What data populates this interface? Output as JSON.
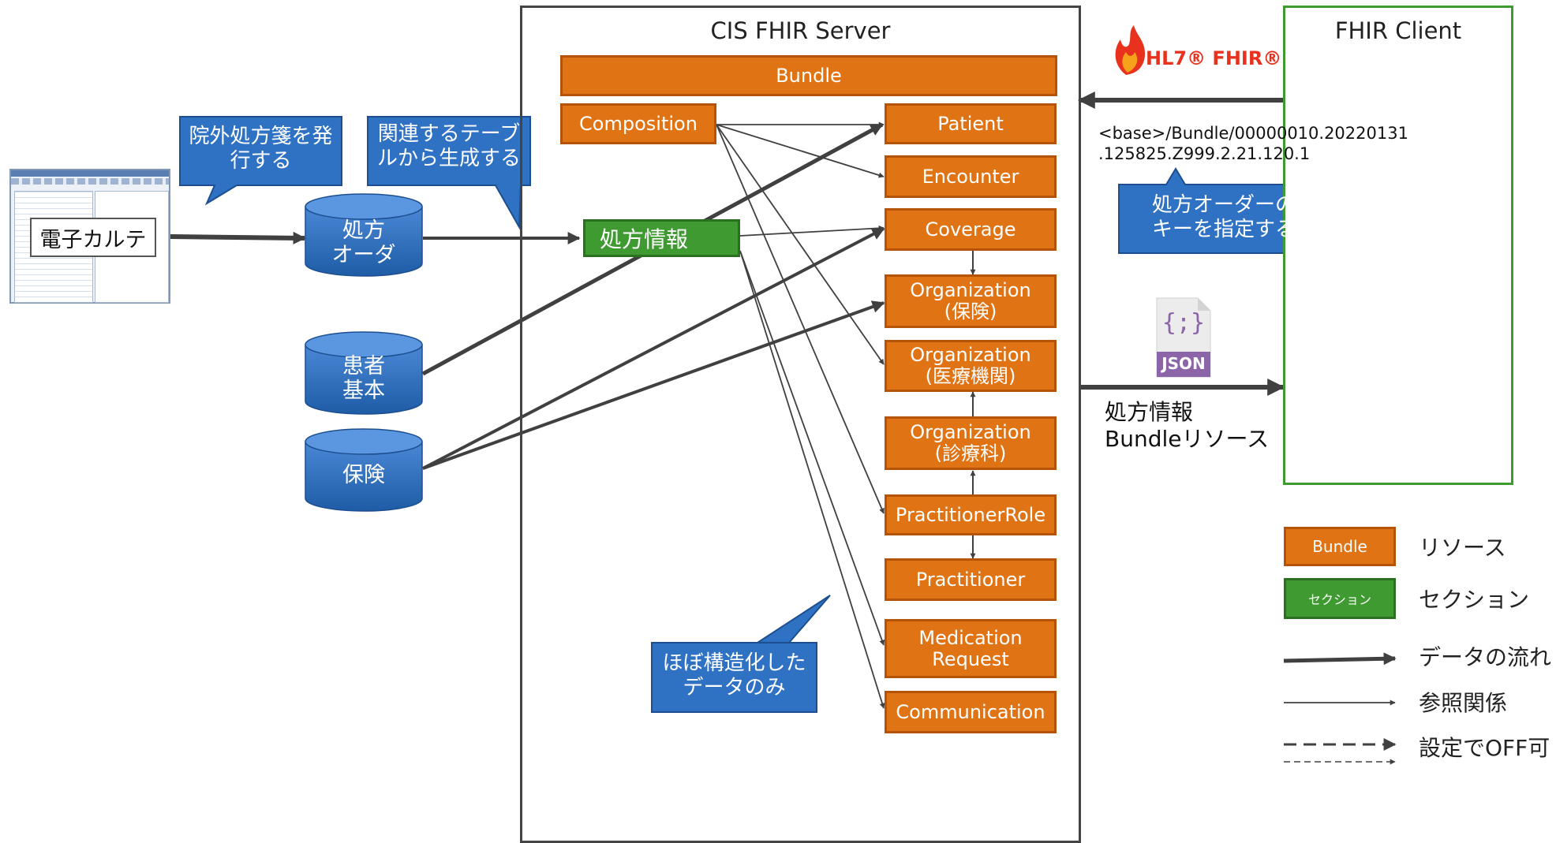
{
  "server": {
    "title": "CIS FHIR Server"
  },
  "client": {
    "title": "FHIR Client"
  },
  "hl7_logo": {
    "text": "HL7® FHIR®"
  },
  "resources": {
    "bundle": "Bundle",
    "composition": "Composition",
    "patient": "Patient",
    "encounter": "Encounter",
    "coverage": "Coverage",
    "org_insurance": "Organization\n(保険)",
    "org_hospital": "Organization\n(医療機関)",
    "org_department": "Organization\n(診療科)",
    "practitioner_role": "PractitionerRole",
    "practitioner": "Practitioner",
    "medication_request": "Medication\nRequest",
    "communication": "Communication"
  },
  "section": {
    "label": "処方情報"
  },
  "sources": {
    "emr": "電子カルテ",
    "db_order": "処方\nオーダ",
    "db_patient": "患者\n基本",
    "db_insurance": "保険"
  },
  "callouts": {
    "issue": "院外処方箋を発\n行する",
    "generate": "関連するテーブ\nルから生成する",
    "structured": "ほぼ構造化した\nデータのみ",
    "key": "処方オーダーの\nキーを指定する"
  },
  "request_url": "<base>/Bundle/00000010.20220131\n.125825.Z999.2.21.120.1",
  "json_icon": {
    "glyph": "{;}",
    "label": "JSON"
  },
  "output_label": "処方情報\nBundleリソース",
  "legend": {
    "bundle_swatch": "Bundle",
    "resource": "リソース",
    "section_swatch": "セクション",
    "section": "セクション",
    "data_flow": "データの流れ",
    "reference": "参照関係",
    "optional": "設定でOFF可"
  },
  "colors": {
    "resource_fill": "#e07313",
    "section_fill": "#3f9a31",
    "callout_fill": "#2f72c4",
    "db_fill": "#2f72c4",
    "client_border": "#3f9a31",
    "arrow": "#404040"
  }
}
